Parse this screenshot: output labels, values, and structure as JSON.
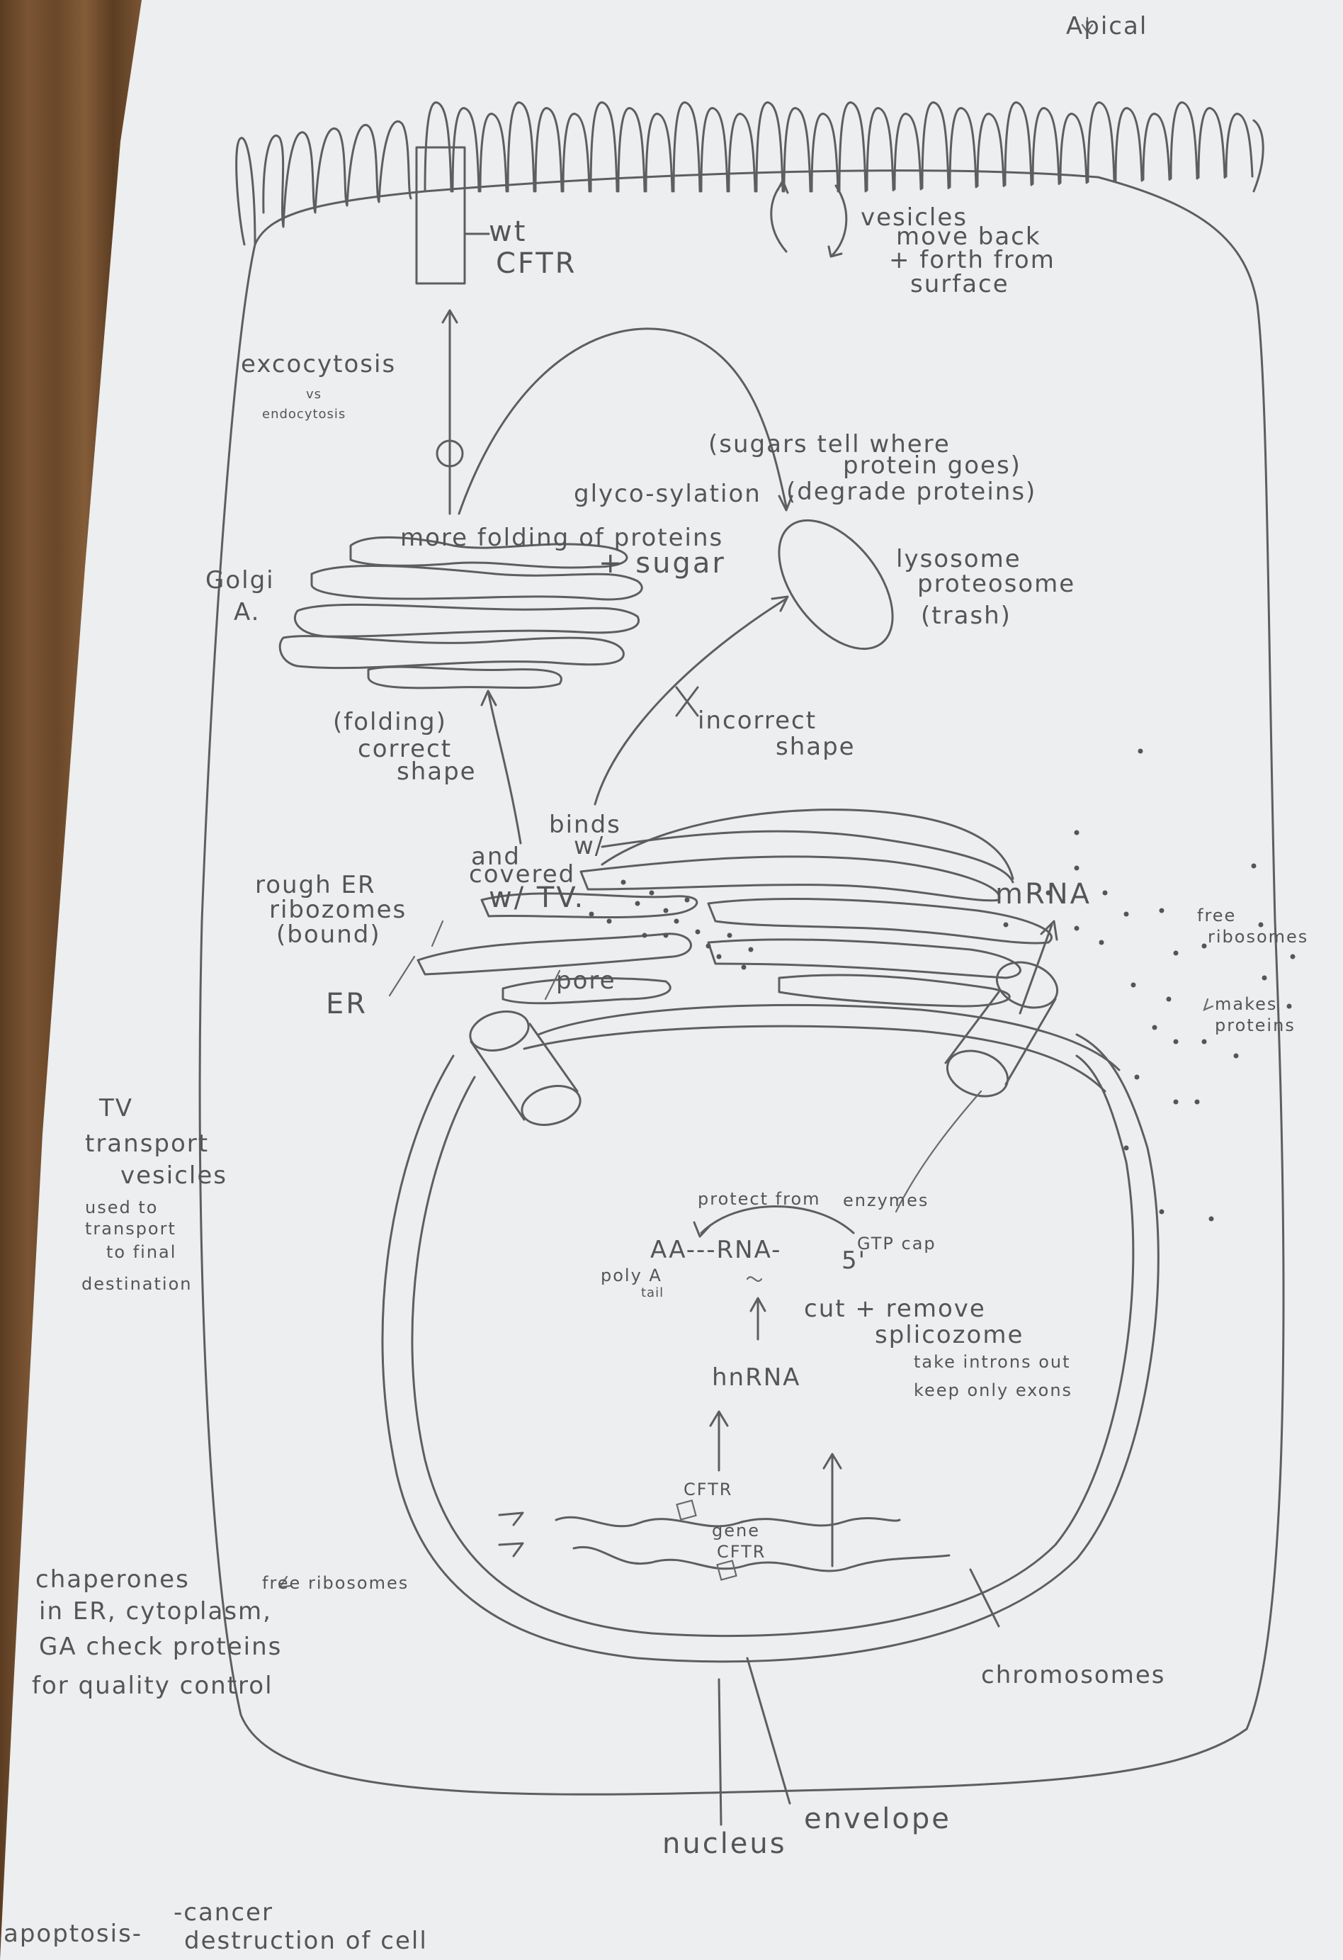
{
  "labels": {
    "apical": "Apical",
    "wt_cftr_1": "wt",
    "wt_cftr_2": "CFTR",
    "vesicles_1": "vesicles",
    "vesicles_2": "move back",
    "vesicles_3": "+ forth from",
    "vesicles_4": "surface",
    "exocytosis": "excocytosis",
    "vs": "vs",
    "endocytosis": "endocytosis",
    "sugars_1": "(sugars tell where",
    "sugars_2": "protein goes)",
    "glyco": "glyco-sylation",
    "degrade": "(degrade proteins)",
    "golgi_1": "Golgi",
    "golgi_2": "A.",
    "more_folding": "more folding of proteins",
    "sugar": "+ sugar",
    "lysosome_1": "lysosome",
    "lysosome_2": "proteosome",
    "lysosome_3": "(trash)",
    "folding_1": "(folding)",
    "folding_2": "correct",
    "folding_3": "shape",
    "incorrect_1": "incorrect",
    "incorrect_2": "shape",
    "binds_1": "binds",
    "binds_2": "w/",
    "covered_1": "and",
    "covered_2": "covered",
    "covered_3": "w/ TV.",
    "rough_er_1": "rough ER",
    "rough_er_2": "ribozomes",
    "rough_er_3": "(bound)",
    "er": "ER",
    "pore": "pore",
    "mrna": "mRNA",
    "free_ribo_1": "free",
    "free_ribo_2": "ribosomes",
    "makes_1": "makes",
    "makes_2": "proteins",
    "tv_1": "TV",
    "tv_2": "transport",
    "tv_3": "vesicles",
    "tv_4": "used to",
    "tv_5": "transport",
    "tv_6": "to final",
    "tv_7": "destination",
    "protect": "protect from",
    "enzymes": "enzymes",
    "rna": "AA---RNA-",
    "gtp": "GTP cap",
    "five_prime": "5'",
    "poly_1": "poly A",
    "poly_2": "tail",
    "cut_1": "cut + remove",
    "cut_2": "splicozome",
    "cut_3": "take introns out",
    "cut_4": "keep only exons",
    "hnrna": "hnRNA",
    "cftr_gene_1": "CFTR",
    "gene_1": "gene",
    "gene_2": "CFTR",
    "chaperones_1": "chaperones",
    "chaperones_2": "free ribosomes",
    "chaperones_3": "in ER, cytoplasm,",
    "chaperones_4": "GA check proteins",
    "chaperones_5": "for quality control",
    "chromosomes": "chromosomes",
    "envelope": "envelope",
    "nucleus": "nucleus",
    "apoptosis_1": "apoptosis-",
    "apoptosis_2": "-cancer",
    "apoptosis_3": "destruction of cell"
  }
}
